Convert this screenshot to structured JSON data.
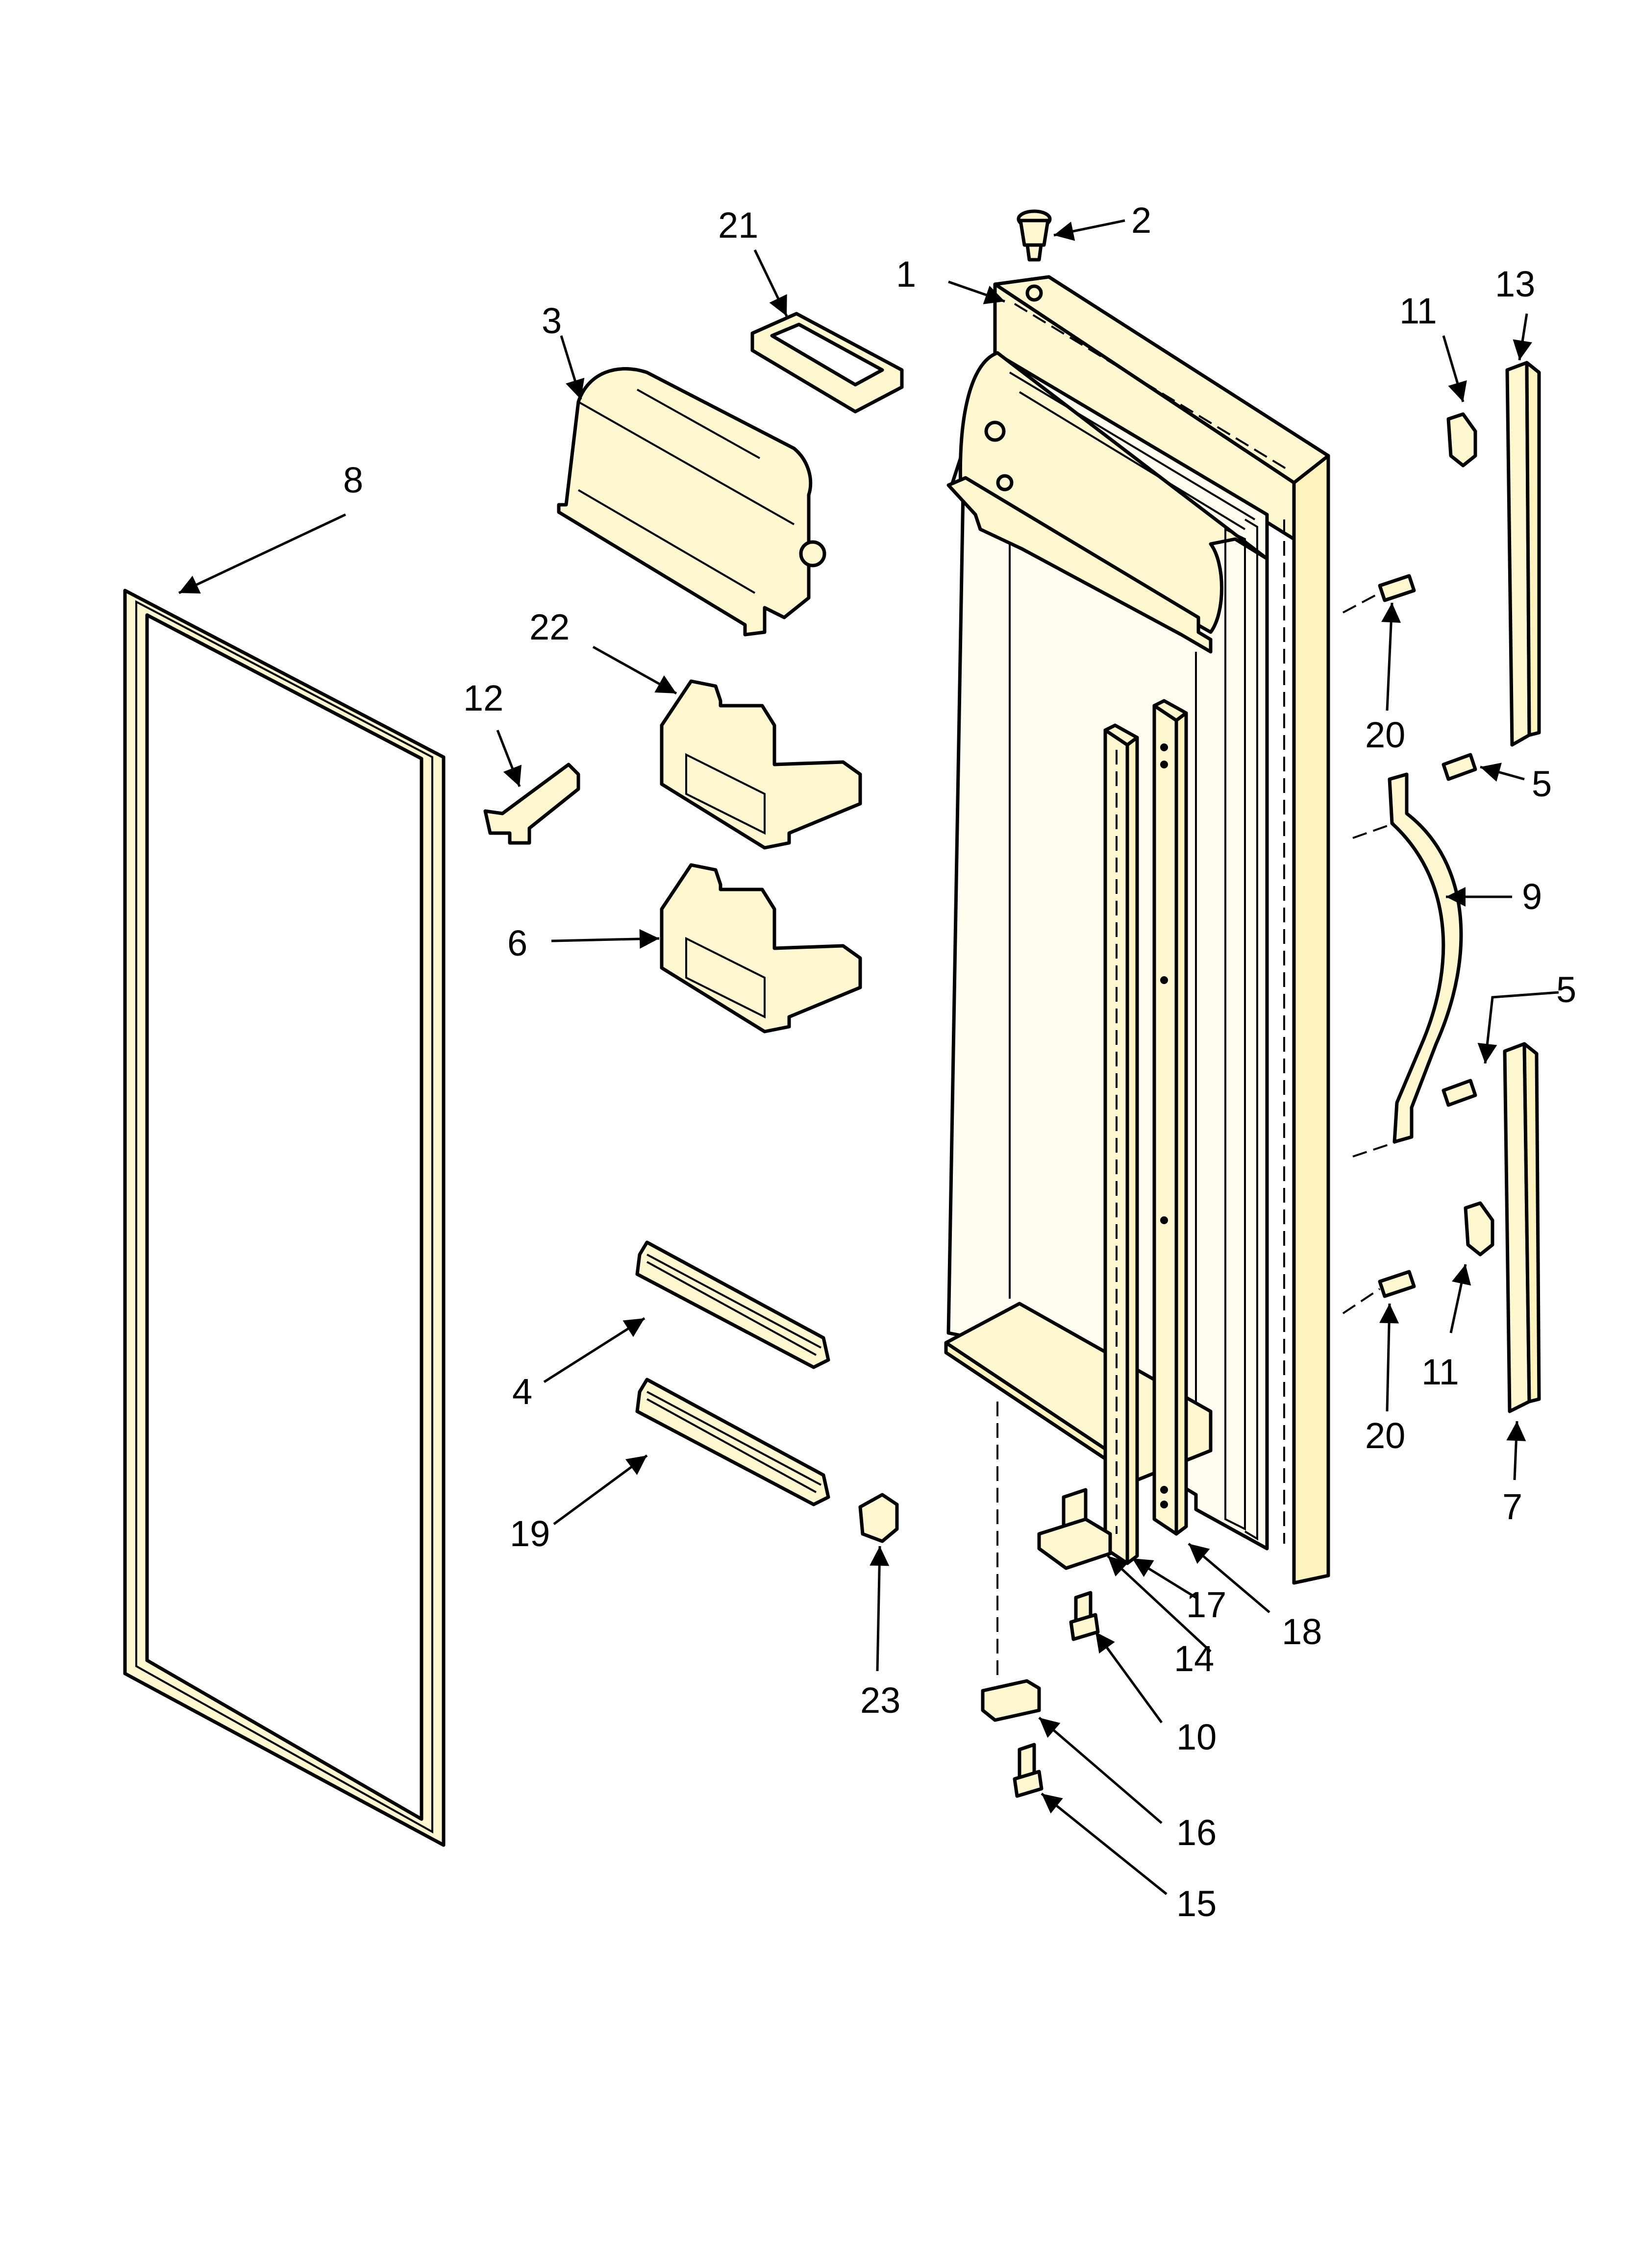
{
  "callouts": [
    {
      "id": "c1",
      "text": "1"
    },
    {
      "id": "c2",
      "text": "2"
    },
    {
      "id": "c3",
      "text": "3"
    },
    {
      "id": "c4",
      "text": "4"
    },
    {
      "id": "c5a",
      "text": "5"
    },
    {
      "id": "c5b",
      "text": "5"
    },
    {
      "id": "c6",
      "text": "6"
    },
    {
      "id": "c7",
      "text": "7"
    },
    {
      "id": "c8",
      "text": "8"
    },
    {
      "id": "c9",
      "text": "9"
    },
    {
      "id": "c10",
      "text": "10"
    },
    {
      "id": "c11a",
      "text": "11"
    },
    {
      "id": "c11b",
      "text": "11"
    },
    {
      "id": "c12",
      "text": "12"
    },
    {
      "id": "c13",
      "text": "13"
    },
    {
      "id": "c14",
      "text": "14"
    },
    {
      "id": "c15",
      "text": "15"
    },
    {
      "id": "c16",
      "text": "16"
    },
    {
      "id": "c17",
      "text": "17"
    },
    {
      "id": "c18",
      "text": "18"
    },
    {
      "id": "c19",
      "text": "19"
    },
    {
      "id": "c20a",
      "text": "20"
    },
    {
      "id": "c20b",
      "text": "20"
    },
    {
      "id": "c21",
      "text": "21"
    },
    {
      "id": "c22",
      "text": "22"
    },
    {
      "id": "c23",
      "text": "23"
    }
  ],
  "colors": {
    "part_fill": "#fff7cf",
    "line": "#000000",
    "background": "#ffffff"
  }
}
